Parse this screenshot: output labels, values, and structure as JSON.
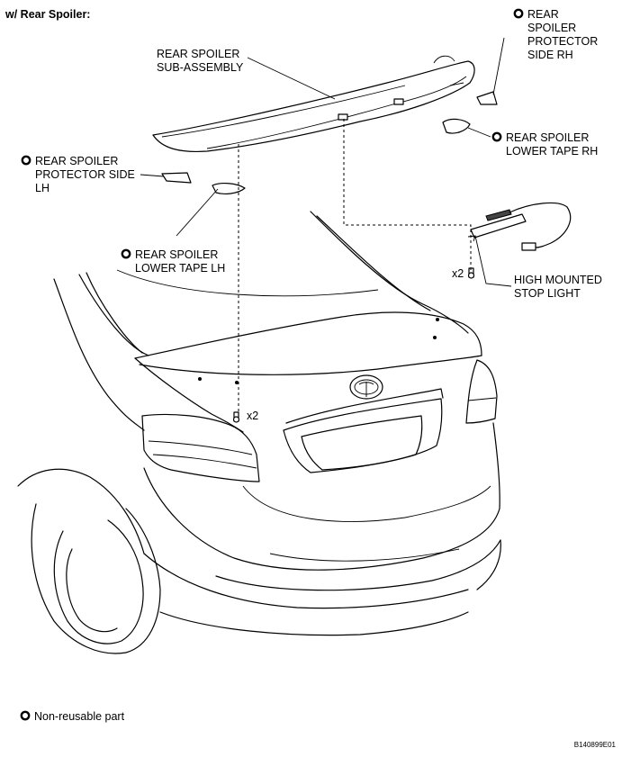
{
  "header": {
    "title": "w/ Rear Spoiler:"
  },
  "callouts": {
    "rear_spoiler_sub_assembly": [
      "REAR SPOILER",
      "SUB-ASSEMBLY"
    ],
    "protector_side_rh": [
      "REAR",
      "SPOILER",
      "PROTECTOR",
      "SIDE RH"
    ],
    "lower_tape_rh": [
      "REAR SPOILER",
      "LOWER TAPE RH"
    ],
    "protector_side_lh": [
      "REAR SPOILER",
      "PROTECTOR SIDE",
      "LH"
    ],
    "lower_tape_lh": [
      "REAR SPOILER",
      "LOWER TAPE LH"
    ],
    "high_mounted_stop_light": [
      "HIGH MOUNTED",
      "STOP LIGHT"
    ]
  },
  "quantities": {
    "upper_nuts": "x2",
    "lower_nuts": "x2"
  },
  "legend": {
    "non_reusable": "Non-reusable part"
  },
  "figure_code": "B140899E01",
  "icons": {
    "non_reusable_marker": "circle-outline-icon"
  },
  "colors": {
    "line": "#000000",
    "background": "#ffffff"
  }
}
